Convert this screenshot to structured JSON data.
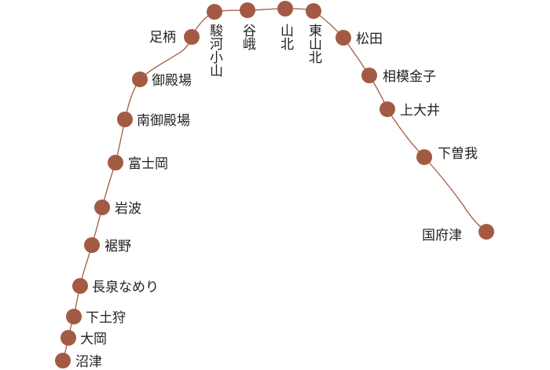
{
  "line": {
    "color": "#a35a44",
    "stations": [
      {
        "id": "numazu",
        "name": "沼津"
      },
      {
        "id": "ooka",
        "name": "大岡"
      },
      {
        "id": "shimotogari",
        "name": "下土狩"
      },
      {
        "id": "nagaizumi-nameri",
        "name": "長泉なめり"
      },
      {
        "id": "susono",
        "name": "裾野"
      },
      {
        "id": "iwanami",
        "name": "岩波"
      },
      {
        "id": "fujioka",
        "name": "富士岡"
      },
      {
        "id": "minami-gotemba",
        "name": "南御殿場"
      },
      {
        "id": "gotemba",
        "name": "御殿場"
      },
      {
        "id": "ashigara",
        "name": "足柄"
      },
      {
        "id": "suruga-oyama",
        "name": "駿河小山"
      },
      {
        "id": "yaga",
        "name": "谷峨"
      },
      {
        "id": "yamakita",
        "name": "山北"
      },
      {
        "id": "higashi-yamakita",
        "name": "東山北"
      },
      {
        "id": "matsuda",
        "name": "松田"
      },
      {
        "id": "sagami-kaneko",
        "name": "相模金子"
      },
      {
        "id": "kami-oi",
        "name": "上大井"
      },
      {
        "id": "shimo-soga",
        "name": "下曽我"
      },
      {
        "id": "kozu",
        "name": "国府津"
      }
    ]
  }
}
